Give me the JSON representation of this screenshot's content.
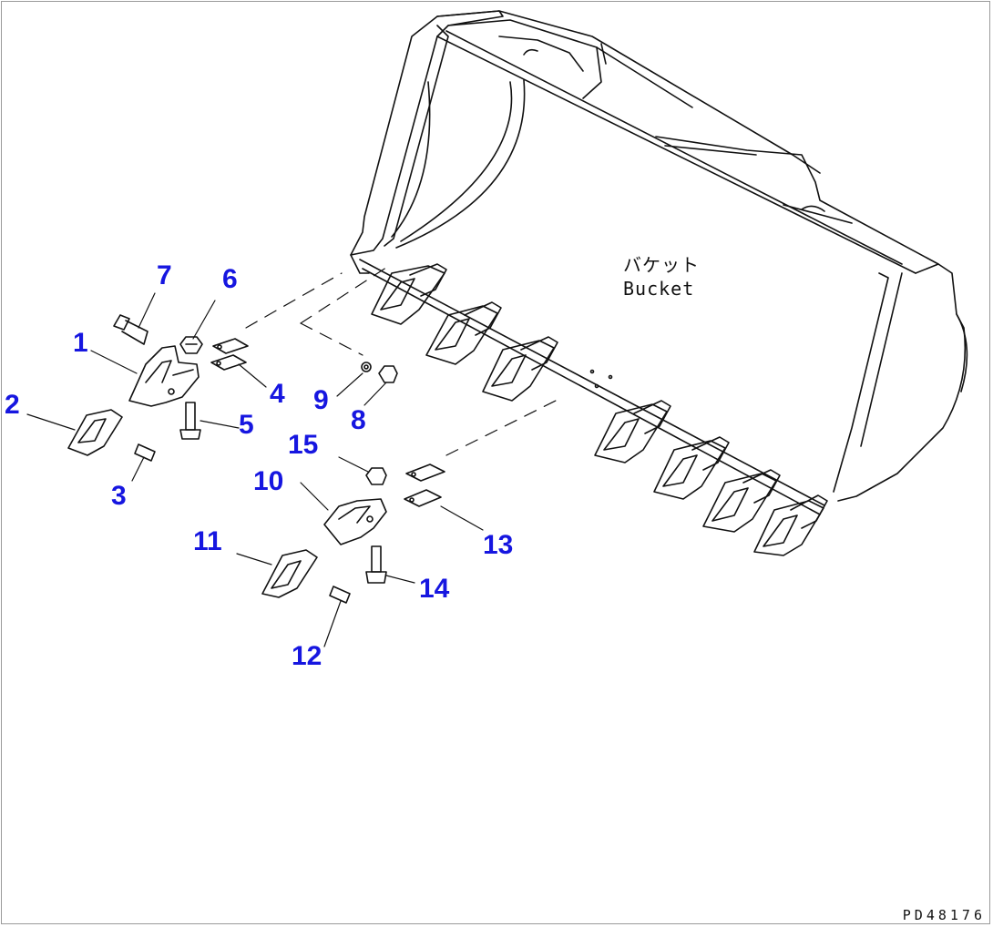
{
  "bucket_label": {
    "jp": "バケット",
    "en": "Bucket"
  },
  "drawing_id": "PD48176",
  "callouts": {
    "c1": "1",
    "c2": "2",
    "c3": "3",
    "c4": "4",
    "c5": "5",
    "c6": "6",
    "c7": "7",
    "c8": "8",
    "c9": "9",
    "c10": "10",
    "c11": "11",
    "c12": "12",
    "c13": "13",
    "c14": "14",
    "c15": "15"
  },
  "colors": {
    "callout": "#1616e0",
    "line": "#111111"
  }
}
